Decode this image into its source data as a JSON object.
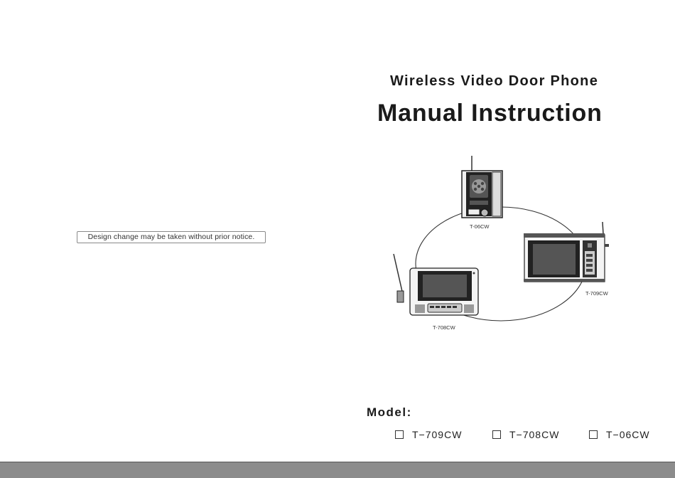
{
  "notice": "Design change may be taken without prior notice.",
  "cover": {
    "subtitle": "Wireless Video Door Phone",
    "title": "Manual Instruction"
  },
  "diagram": {
    "devices": [
      {
        "label": "T-06CW"
      },
      {
        "label": "T-709CW"
      },
      {
        "label": "T-708CW"
      }
    ]
  },
  "models": {
    "heading": "Model:",
    "options": [
      "T−709CW",
      "T−708CW",
      "T−06CW"
    ]
  },
  "colors": {
    "bottom_bar": "#8c8c8c",
    "text": "#1a1a1a"
  }
}
